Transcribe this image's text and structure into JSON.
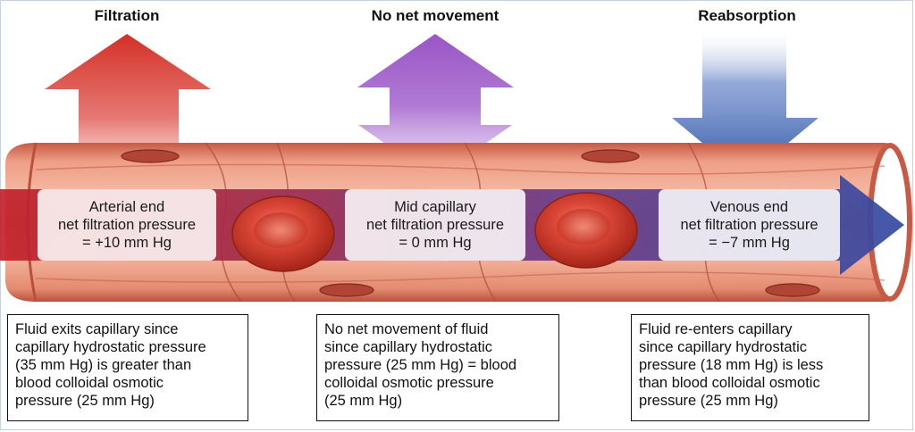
{
  "headings": {
    "left": "Filtration",
    "middle": "No net movement",
    "right": "Reabsorption"
  },
  "pressure_boxes": {
    "arterial": [
      "Arterial end",
      "net filtration pressure",
      "= +10 mm Hg"
    ],
    "mid": [
      "Mid capillary",
      "net filtration pressure",
      "= 0 mm Hg"
    ],
    "venous": [
      "Venous end",
      "net filtration pressure",
      "= −7 mm Hg"
    ]
  },
  "notes": {
    "left": [
      "Fluid exits capillary since",
      "capillary hydrostatic pressure",
      "(35 mm Hg) is greater than",
      "blood colloidal osmotic",
      "pressure (25 mm Hg)"
    ],
    "middle": [
      "No net movement of fluid",
      "since capillary hydrostatic",
      "pressure (25 mm Hg) = blood",
      "colloidal osmotic pressure",
      "(25 mm Hg)"
    ],
    "right": [
      "Fluid re-enters capillary",
      "since capillary hydrostatic",
      "pressure (18 mm Hg) is less",
      "than blood colloidal osmotic",
      "pressure (25 mm Hg)"
    ]
  },
  "colors": {
    "filtration_arrow": "#d8352b",
    "no_net_arrow": "#9b59c8",
    "reabsorption_arrow": "#3b63b3",
    "vessel_wall": "#e8876b",
    "flow_band": "#3d3f9a",
    "red_blood_cell": "#d03a2c"
  }
}
